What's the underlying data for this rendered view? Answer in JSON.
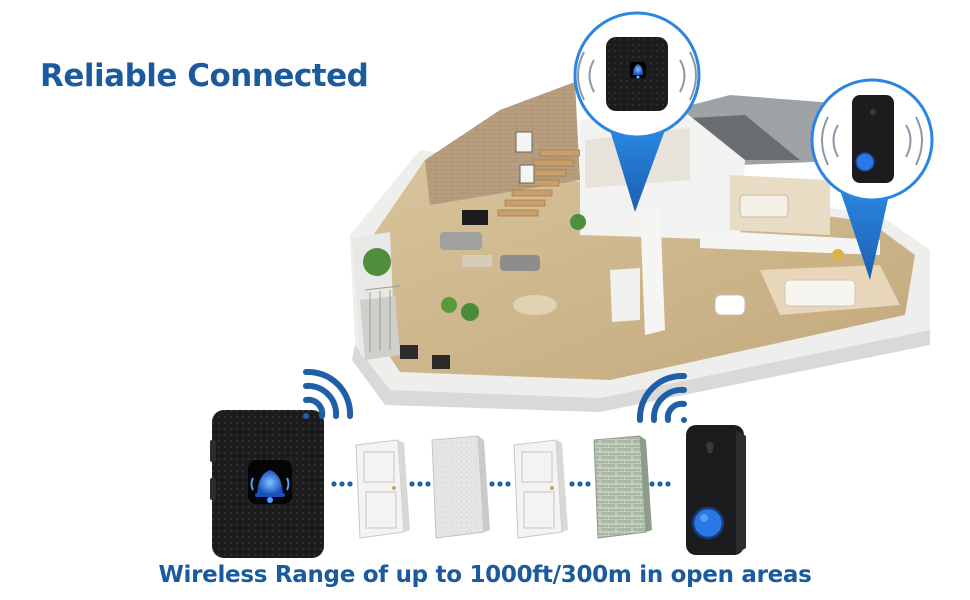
{
  "headline": {
    "text": "Reliable Connected"
  },
  "caption": {
    "text": "Wireless Range of up to 1000ft/300m in open areas"
  },
  "colors": {
    "brand_blue": "#1b5a9c",
    "signal_blue": "#1f5fa8",
    "pin_blue": "#2a86e0",
    "button_blue": "#2a78e6",
    "device_black": "#1c1c1e"
  },
  "icons": {
    "receiver": "bell-icon",
    "transmitter": "doorbell-button-icon",
    "signal": "wifi-signal-icon"
  },
  "obstacles": [
    "door",
    "concrete-wall",
    "door",
    "brick-wall"
  ]
}
